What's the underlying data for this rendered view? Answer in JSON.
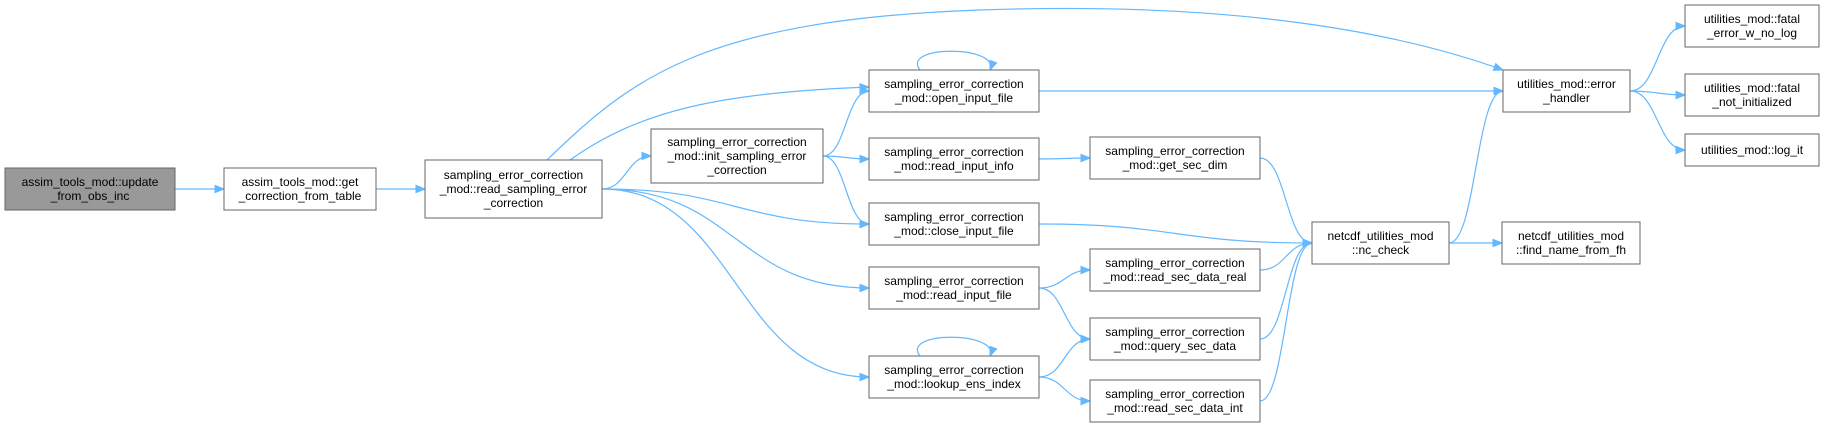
{
  "nodes": [
    {
      "id": "n0",
      "lines": [
        "assim_tools_mod::update",
        "_from_obs_inc"
      ],
      "root": true
    },
    {
      "id": "n1",
      "lines": [
        "assim_tools_mod::get",
        "_correction_from_table"
      ]
    },
    {
      "id": "n2",
      "lines": [
        "sampling_error_correction",
        "_mod::read_sampling_error",
        "_correction"
      ]
    },
    {
      "id": "n3",
      "lines": [
        "sampling_error_correction",
        "_mod::init_sampling_error",
        "_correction"
      ]
    },
    {
      "id": "n4",
      "lines": [
        "sampling_error_correction",
        "_mod::open_input_file"
      ]
    },
    {
      "id": "n5",
      "lines": [
        "sampling_error_correction",
        "_mod::read_input_info"
      ]
    },
    {
      "id": "n6",
      "lines": [
        "sampling_error_correction",
        "_mod::close_input_file"
      ]
    },
    {
      "id": "n7",
      "lines": [
        "sampling_error_correction",
        "_mod::read_input_file"
      ]
    },
    {
      "id": "n8",
      "lines": [
        "sampling_error_correction",
        "_mod::lookup_ens_index"
      ]
    },
    {
      "id": "n9",
      "lines": [
        "sampling_error_correction",
        "_mod::get_sec_dim"
      ]
    },
    {
      "id": "n10",
      "lines": [
        "sampling_error_correction",
        "_mod::read_sec_data_real"
      ]
    },
    {
      "id": "n11",
      "lines": [
        "sampling_error_correction",
        "_mod::query_sec_data"
      ]
    },
    {
      "id": "n12",
      "lines": [
        "sampling_error_correction",
        "_mod::read_sec_data_int"
      ]
    },
    {
      "id": "n13",
      "lines": [
        "netcdf_utilities_mod",
        "::nc_check"
      ]
    },
    {
      "id": "n14",
      "lines": [
        "utilities_mod::error",
        "_handler"
      ]
    },
    {
      "id": "n15",
      "lines": [
        "netcdf_utilities_mod",
        "::find_name_from_fh"
      ]
    },
    {
      "id": "n16",
      "lines": [
        "utilities_mod::fatal",
        "_error_w_no_log"
      ]
    },
    {
      "id": "n17",
      "lines": [
        "utilities_mod::fatal",
        "_not_initialized"
      ]
    },
    {
      "id": "n18",
      "lines": [
        "utilities_mod::log_it"
      ]
    }
  ],
  "edges": [
    [
      "n0",
      "n1"
    ],
    [
      "n1",
      "n2"
    ],
    [
      "n2",
      "n3"
    ],
    [
      "n2",
      "n4"
    ],
    [
      "n2",
      "n6"
    ],
    [
      "n2",
      "n7"
    ],
    [
      "n2",
      "n8"
    ],
    [
      "n2",
      "n14"
    ],
    [
      "n3",
      "n4"
    ],
    [
      "n3",
      "n5"
    ],
    [
      "n3",
      "n6"
    ],
    [
      "n4",
      "n4"
    ],
    [
      "n4",
      "n14"
    ],
    [
      "n5",
      "n9"
    ],
    [
      "n9",
      "n13"
    ],
    [
      "n6",
      "n13"
    ],
    [
      "n7",
      "n10"
    ],
    [
      "n7",
      "n11"
    ],
    [
      "n8",
      "n8"
    ],
    [
      "n8",
      "n11"
    ],
    [
      "n8",
      "n12"
    ],
    [
      "n10",
      "n13"
    ],
    [
      "n11",
      "n13"
    ],
    [
      "n12",
      "n13"
    ],
    [
      "n13",
      "n14"
    ],
    [
      "n13",
      "n15"
    ],
    [
      "n14",
      "n16"
    ],
    [
      "n14",
      "n17"
    ],
    [
      "n14",
      "n18"
    ]
  ],
  "colors": {
    "edge": "#63b8ff",
    "root_fill": "#999999",
    "node_border": "#666666"
  }
}
